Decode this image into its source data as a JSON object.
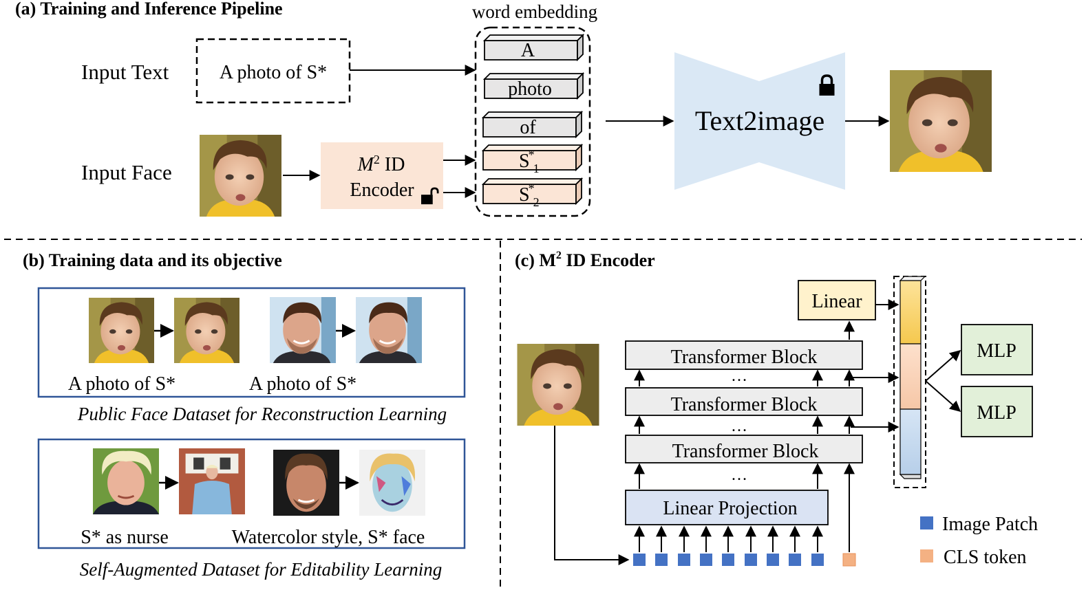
{
  "panel_a": {
    "title": "(a) Training and Inference Pipeline",
    "input_text_label": "Input Text",
    "prompt": "A  photo of S*",
    "input_face_label": "Input Face",
    "encoder_line1_italic": "M",
    "encoder_line1_sup": "2",
    "encoder_line1_rest": " ID",
    "encoder_line2": "Encoder",
    "word_embedding_label": "word embedding",
    "tokens": [
      "A",
      "photo",
      "of"
    ],
    "s1_main": "S",
    "s1_sup": "*",
    "s1_sub": "1",
    "s2_main": "S",
    "s2_sup": "*",
    "s2_sub": "2",
    "model_label": "Text2image"
  },
  "panel_b": {
    "title": "(b) Training data and its objective",
    "caption1_left": "A photo of S*",
    "caption1_right": "A photo of S*",
    "box1_title": "Public Face Dataset for Reconstruction Learning",
    "caption2_left": "S*  as nurse",
    "caption2_right": "Watercolor style,  S* face",
    "box2_title": "Self-Augmented Dataset for Editability Learning"
  },
  "panel_c": {
    "title_prefix": "(c) M",
    "title_sup": "2",
    "title_rest": " ID Encoder",
    "linear": "Linear",
    "transformer_blocks": [
      "Transformer Block",
      "Transformer Block",
      "Transformer Block"
    ],
    "ellipsis": "…",
    "linear_projection": "Linear Projection",
    "mlp": [
      "MLP",
      "MLP"
    ],
    "legend": [
      "Image Patch",
      "CLS token"
    ]
  },
  "colors": {
    "encoder_fill": "#fbe5d6",
    "token_fill": "#e7e6e6",
    "s_token_fill": "#fbe5d6",
    "text2image_fill": "#dae8f5",
    "linear_fill": "#fff2cc",
    "transformer_fill": "#ededed",
    "projection_fill": "#dae3f3",
    "mlp_fill": "#e2f0d9",
    "patch_blue": "#4472c4",
    "cls_orange": "#f4b183",
    "box_border": "#2f5597"
  }
}
